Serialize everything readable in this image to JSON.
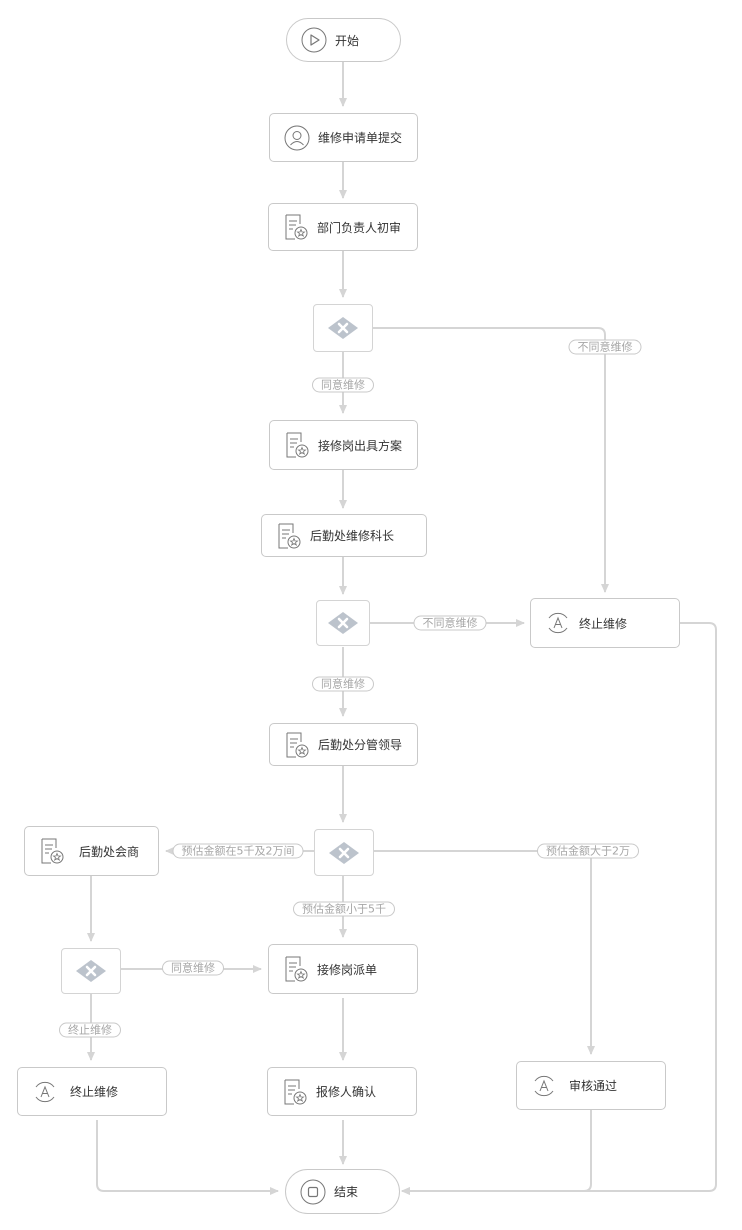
{
  "nodes": {
    "start": {
      "label": "开始",
      "icon": "play-circle-icon"
    },
    "submit": {
      "label": "维修申请单提交",
      "icon": "user-icon"
    },
    "dept_review": {
      "label": "部门负责人初审",
      "icon": "approval-form-icon"
    },
    "repair_plan": {
      "label": "接修岗出具方案",
      "icon": "approval-form-icon"
    },
    "logistics_chief": {
      "label": "后勤处维修科长",
      "icon": "approval-form-icon"
    },
    "logistics_leader": {
      "label": "后勤处分管领导",
      "icon": "approval-form-icon"
    },
    "logistics_council": {
      "label": "后勤处会商",
      "icon": "approval-form-icon"
    },
    "dispatch": {
      "label": "接修岗派单",
      "icon": "approval-form-icon"
    },
    "reporter_confirm": {
      "label": "报修人确认",
      "icon": "approval-form-icon"
    },
    "stop_right": {
      "label": "终止维修",
      "icon": "auto-task-icon"
    },
    "stop_left": {
      "label": "终止维修",
      "icon": "auto-task-icon"
    },
    "approved": {
      "label": "审核通过",
      "icon": "auto-task-icon"
    },
    "end": {
      "label": "结束",
      "icon": "stop-circle-icon"
    }
  },
  "edge_labels": {
    "gw1_reject": "不同意维修",
    "gw1_agree": "同意维修",
    "gw2_reject": "不同意维修",
    "gw2_agree": "同意维修",
    "gw3_mid": "预估金额在5千及2万间",
    "gw3_high": "预估金额大于2万",
    "gw3_low": "预估金额小于5千",
    "gw4_agree": "同意维修",
    "gw4_stop": "终止维修"
  },
  "colors": {
    "line": "#d5d5d5",
    "border": "#c9c9c9",
    "gateway_fill": "#bcc3cc",
    "text": "#333333",
    "label_text": "#a6a6a6"
  }
}
